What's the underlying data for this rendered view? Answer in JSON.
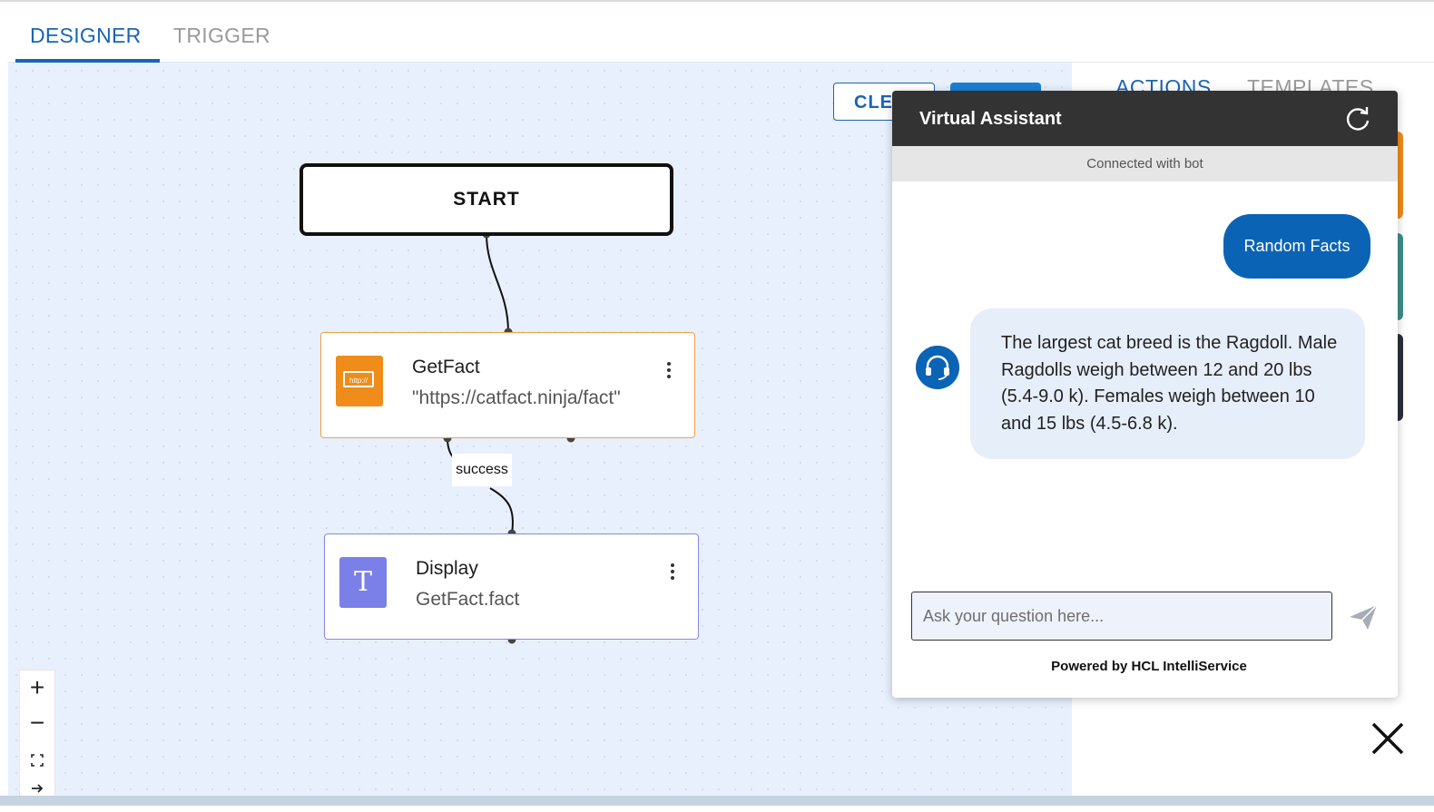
{
  "tabs": {
    "designer": "DESIGNER",
    "trigger": "TRIGGER"
  },
  "toolbar": {
    "clear_label": "CLEA"
  },
  "right_panel": {
    "tabs": {
      "actions": "ACTIONS",
      "templates": "TEMPLATES"
    }
  },
  "flow": {
    "start_label": "START",
    "nodes": [
      {
        "id": "getfact",
        "title": "GetFact",
        "subtitle": "\"https://catfact.ninja/fact\"",
        "icon": "http-icon",
        "icon_text": "http://"
      },
      {
        "id": "display",
        "title": "Display",
        "subtitle": "GetFact.fact",
        "icon": "text-icon",
        "icon_text": "T"
      }
    ],
    "edge_label": "success"
  },
  "zoom_controls": {
    "zoom_in": "+",
    "zoom_out": "−"
  },
  "chat": {
    "title": "Virtual Assistant",
    "status": "Connected with bot",
    "user_message": "Random Facts",
    "bot_message": "The largest cat breed is the Ragdoll. Male Ragdolls weigh between 12 and 20 lbs (5.4-9.0 k). Females weigh between 10 and 15 lbs (4.5-6.8 k).",
    "input_placeholder": "Ask your question here...",
    "powered_by": "Powered by HCL IntelliService"
  },
  "colors": {
    "accent": "#1a64b7",
    "http_node": "#f08c1a",
    "text_node": "#7b7fe8",
    "chat_header": "#333333",
    "user_bubble": "#0b63b5",
    "bot_bubble": "#e6eefa"
  }
}
